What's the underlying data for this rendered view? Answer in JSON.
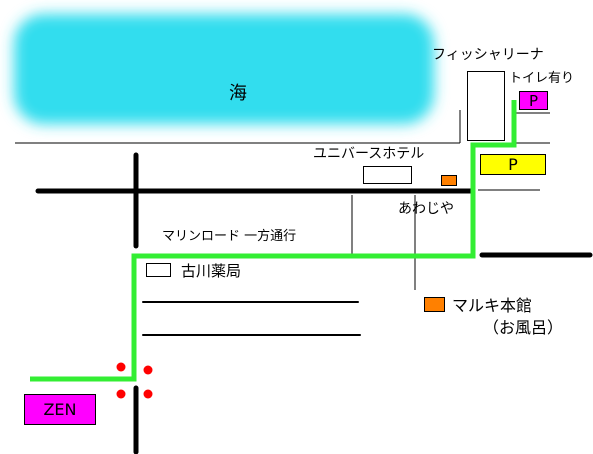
{
  "sea": {
    "label": "海",
    "color": "#33ddee"
  },
  "places": {
    "fishery": "フィッシャリーナ",
    "toilet": "トイレ有り",
    "hotel": "ユニバースホテル",
    "awajiya": "あわじや",
    "road": "マリンロード  一方通行",
    "pharmacy": "古川薬局",
    "maruki_line1": "マルキ本館",
    "maruki_line2": "（お風呂）"
  },
  "badges": {
    "parking_top": "P",
    "parking_main": "P",
    "zen": "ZEN"
  },
  "colors": {
    "route": "#33ee33",
    "road": "#000000",
    "magenta": "#ff00ff",
    "yellow": "#ffff00",
    "orange": "#ff8000",
    "signal": "#ff0000"
  }
}
